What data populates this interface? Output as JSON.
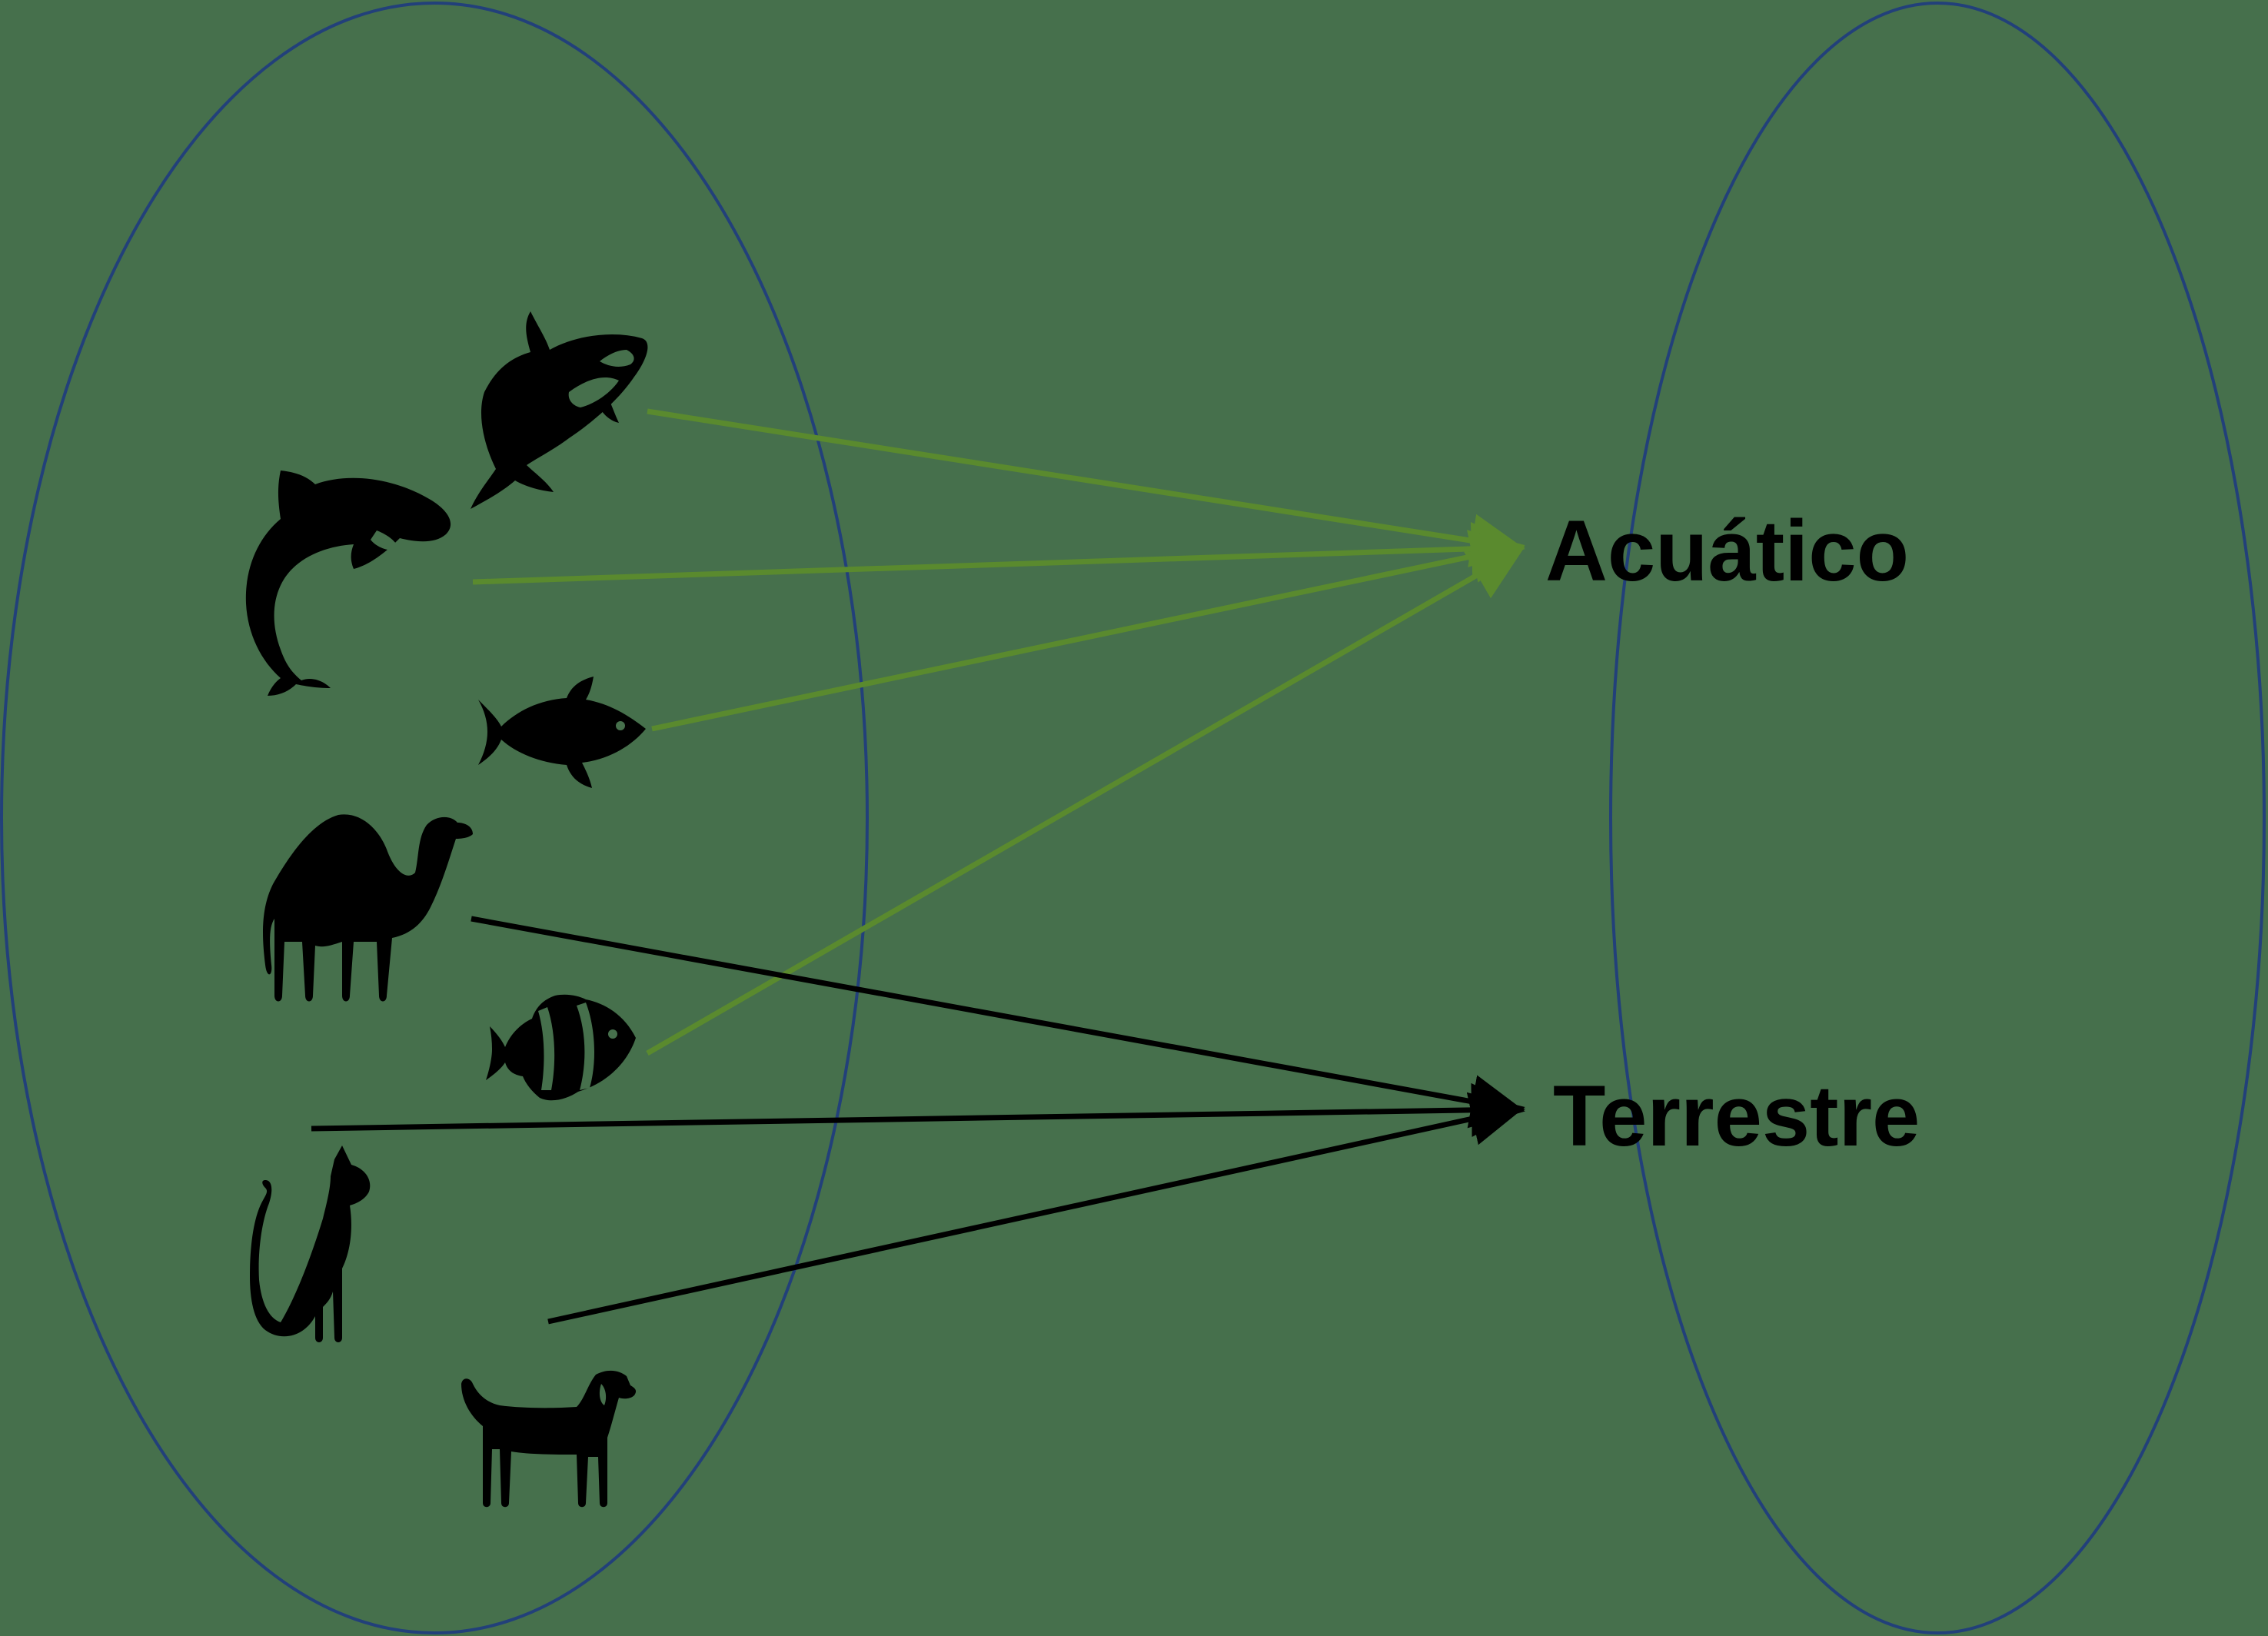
{
  "colors": {
    "background": "#46704c",
    "ellipse_stroke": "#22407a",
    "aquatic_arrow": "#5a8a2e",
    "terrestrial_arrow": "#000000",
    "icon_fill": "#000000"
  },
  "domain": {
    "animals": [
      {
        "id": "orca",
        "icon": "orca-icon",
        "maps_to": "aquatic"
      },
      {
        "id": "dolphin",
        "icon": "dolphin-icon",
        "maps_to": "aquatic"
      },
      {
        "id": "fish",
        "icon": "fish-icon",
        "maps_to": "aquatic"
      },
      {
        "id": "camel",
        "icon": "camel-icon",
        "maps_to": "terrestrial"
      },
      {
        "id": "clownfish",
        "icon": "clownfish-icon",
        "maps_to": "aquatic"
      },
      {
        "id": "cat",
        "icon": "cat-icon",
        "maps_to": "terrestrial"
      },
      {
        "id": "dog",
        "icon": "dog-icon",
        "maps_to": "terrestrial"
      }
    ]
  },
  "codomain": {
    "aquatic": {
      "label": "Acuático"
    },
    "terrestrial": {
      "label": "Terrestre"
    }
  }
}
